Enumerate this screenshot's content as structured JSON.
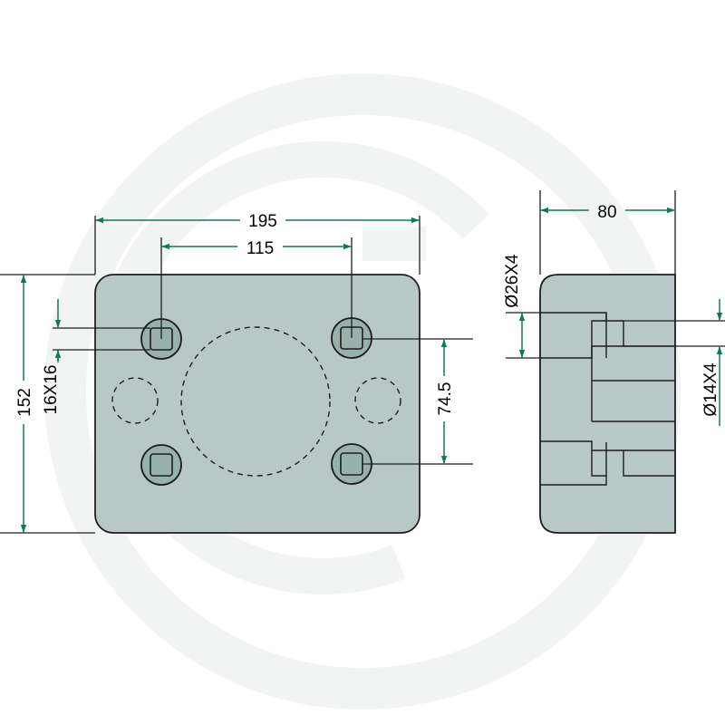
{
  "colors": {
    "plate_fill": "#b7c8c6",
    "plate_stroke": "#1e1e1e",
    "boss_fill": "#99b1ab",
    "dimension_line": "#0f7a5a",
    "watermark": "#f1f4f3",
    "outline": "#1e1e1e"
  },
  "dimensions": {
    "overall_width": "195",
    "bolt_spacing_horizontal": "115",
    "overall_height": "152",
    "bolt_spacing_vertical": "74.5",
    "square_size": "16X16",
    "thickness": "80",
    "counterbore": "Ø26X4",
    "hole": "Ø14X4"
  }
}
